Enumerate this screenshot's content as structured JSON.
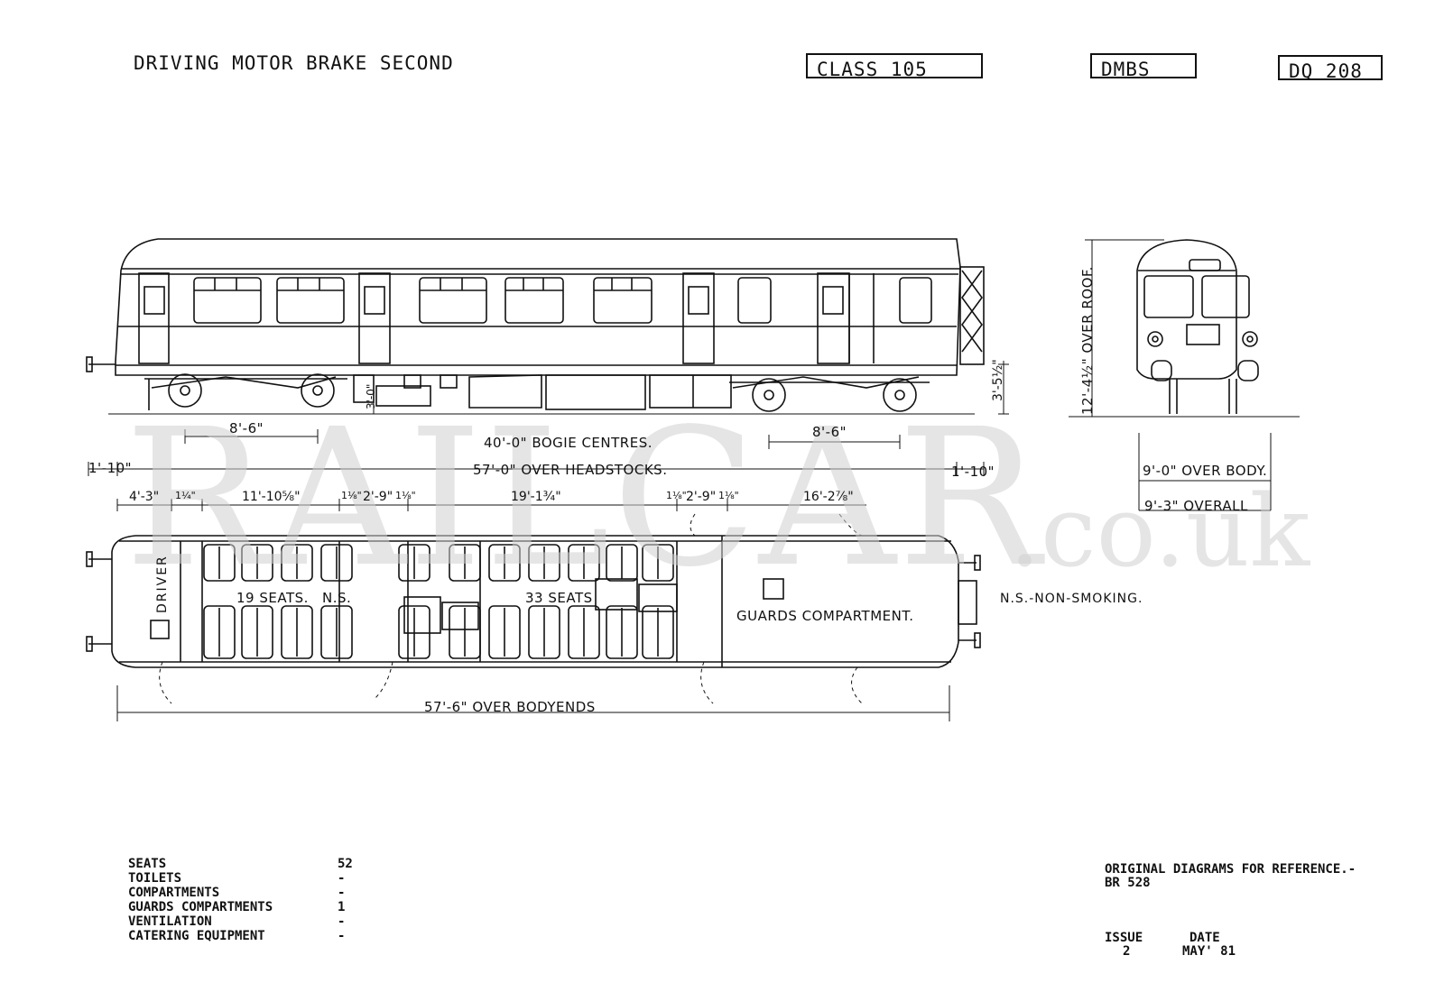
{
  "header": {
    "title": "DRIVING MOTOR BRAKE SECOND",
    "class_box": "CLASS 105",
    "type_box": "DMBS",
    "diagram_box": "DQ 208"
  },
  "side_elevation": {
    "bogie_wheelbase_left": "8'-6\"",
    "bogie_wheelbase_right": "8'-6\"",
    "bogie_centres": "40'-0\" BOGIE CENTRES.",
    "over_headstocks": "57'-0\" OVER HEADSTOCKS.",
    "left_overhang": "1'-10\"",
    "right_overhang": "1'-10\"",
    "buffer_height": "3'-5½\"",
    "tank_height": "3'-0\""
  },
  "end_elevation": {
    "height_over_roof": "12'-4½\" OVER ROOF.",
    "width_over_body": "9'-0\" OVER BODY.",
    "width_overall": "9'-3\" OVERALL"
  },
  "plan": {
    "dims": [
      "4'-3\"",
      "1¼\"",
      "11'-10⅝\"",
      "1⅛\"",
      "2'-9\"",
      "1⅛\"",
      "19'-1¾\"",
      "1⅛\"",
      "2'-9\"",
      "1⅛\"",
      "16'-2⅞\""
    ],
    "driver_label": "DRIVER",
    "seats_ns_label": "19 SEATS.",
    "ns_label": "N.S.",
    "seats_label": "33 SEATS",
    "guards_label": "GUARDS  COMPARTMENT.",
    "over_bodyends": "57'-6\" OVER BODYENDS",
    "note": "N.S.-NON-SMOKING."
  },
  "watermark": {
    "main": "RAILCAR",
    "suffix": ".co.uk"
  },
  "summary_table": [
    {
      "label": "SEATS",
      "value": "52"
    },
    {
      "label": "TOILETS",
      "value": "-"
    },
    {
      "label": "COMPARTMENTS",
      "value": "-"
    },
    {
      "label": "GUARDS COMPARTMENTS",
      "value": "1"
    },
    {
      "label": "VENTILATION",
      "value": "-"
    },
    {
      "label": "CATERING EQUIPMENT",
      "value": "-"
    }
  ],
  "reference": {
    "line1": "ORIGINAL DIAGRAMS FOR REFERENCE.-",
    "line2": "BR 528",
    "issue_label": "ISSUE",
    "issue_value": "2",
    "date_label": "DATE",
    "date_value": "MAY' 81"
  }
}
